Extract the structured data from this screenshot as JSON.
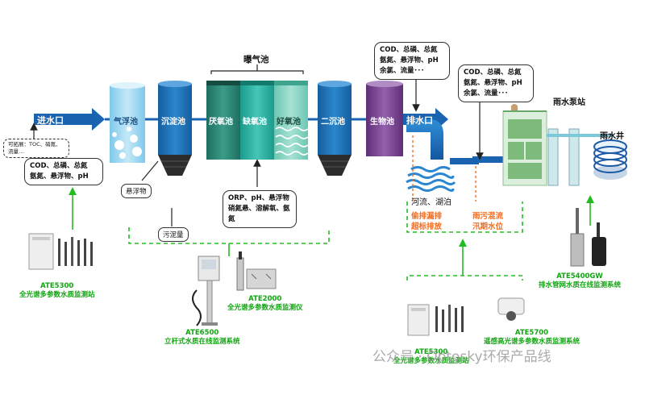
{
  "inlet_label": "进水口",
  "note_optional": "可拓展：TOC、硝氮、流量…",
  "aeration_group_label": "曝气池",
  "tanks": {
    "air_float": "气浮池",
    "sed": "沉淀池",
    "anaerobic": "厌氧池",
    "anoxic": "缺氧池",
    "aerobic": "好氧池",
    "secondary": "二沉池",
    "bio": "生物池"
  },
  "outlet_label": "排水口",
  "suspended_label": "悬浮物",
  "sludge_label": "污泥量",
  "bubble_inlet": [
    "COD、总磷、总氮",
    "氨氮、悬浮物、pH"
  ],
  "bubble_aeration": [
    "ORP、pH、悬浮物",
    "硝氮悬、溶解氧、氨氮"
  ],
  "bubble_bio": [
    "COD、总磷、总氮",
    "氨氮、悬浮物、pH",
    "余氯、流量･･･"
  ],
  "bubble_rain": [
    "COD、总磷、总氮",
    "氨氮、悬浮物、pH",
    "余氯、流量･･･"
  ],
  "river_label": "河流、湖泊",
  "risk_left": [
    "偷排漏排",
    "超标排放"
  ],
  "risk_right": [
    "雨污混流",
    "汛期水位"
  ],
  "rain_pump_label": "雨水泵站",
  "rain_well_label": "雨水井",
  "devices": {
    "ate5300_a": {
      "model": "ATE5300",
      "name": "全光谱多参数水质监测站"
    },
    "ate2000": {
      "model": "ATE2000",
      "name": "全光谱多参数水质监测仪"
    },
    "ate6500": {
      "model": "ATE6500",
      "name": "立杆式水质在线监测系统"
    },
    "ate5400gw": {
      "model": "ATE5400GW",
      "name": "排水管网水质在线监测系统"
    },
    "ate5300_b": {
      "model": "ATE5300",
      "name": "全光谱多参数水质监测站"
    },
    "ate5700": {
      "model": "ATE5700",
      "name": "遥感高光谱多参数水质监测系统"
    }
  },
  "watermark": "公众号 · Optosky环保产品线",
  "colors": {
    "arrow_blue": "#1a63b0",
    "air_float": "#a9dcf3",
    "sed": "#1f74ba",
    "anaerobic": "#2e8b78",
    "anoxic": "#2bb4a5",
    "aerobic": "#8ad6c4",
    "secondary": "#1f74ba",
    "bio": "#7d4a93",
    "green": "#22bb22",
    "orange": "#f26d21",
    "pump_green": "#d9ecd9"
  }
}
